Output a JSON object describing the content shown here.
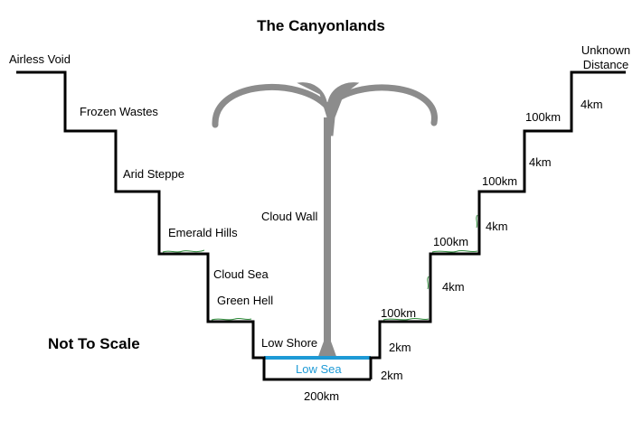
{
  "title": "The Canyonlands",
  "note": "Not To Scale",
  "left_regions": [
    "Airless Void",
    "Frozen Wastes",
    "Arid Steppe",
    "Emerald Hills",
    "Cloud Sea",
    "Green Hell",
    "Low Shore"
  ],
  "center_label": "Cloud Wall",
  "low_sea": "Low Sea",
  "right_top_label": "Unknown Distance",
  "bottom_width": "200km",
  "right_heights": [
    "4km",
    "4km",
    "4km",
    "4km",
    "2km",
    "2km"
  ],
  "right_widths": [
    "100km",
    "100km",
    "100km",
    "100km"
  ],
  "colors": {
    "line": "#000000",
    "sea": "#1e9ad6",
    "cloud": "#8c8c8c",
    "grass": "#2e8b3a"
  }
}
